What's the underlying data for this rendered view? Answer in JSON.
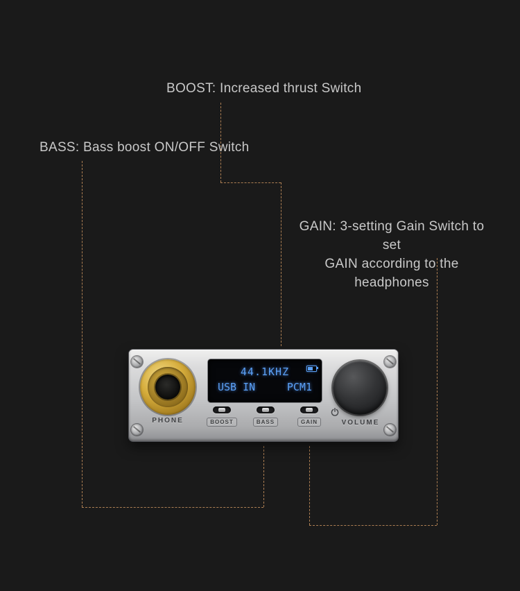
{
  "colors": {
    "background": "#1a1a1a",
    "leader_line": "#ad7f53",
    "display_text": "#5ba0f5",
    "annotation_text": "#c9c9c9",
    "jack_gold": "#d6ad3c"
  },
  "annotations": {
    "boost": "BOOST: Increased thrust Switch",
    "bass": "BASS: Bass boost ON/OFF Switch",
    "gain_line1": "GAIN: 3-setting Gain Switch to set",
    "gain_line2": "GAIN according to the headphones"
  },
  "device": {
    "display": {
      "sample_rate": "44.1KHZ",
      "input": "USB IN",
      "format": "PCM1"
    },
    "jack_label": "PHONE",
    "volume_label": "VOLUME",
    "switches": [
      {
        "label": "BOOST"
      },
      {
        "label": "BASS"
      },
      {
        "label": "GAIN"
      }
    ],
    "icons": {
      "power": "power-icon",
      "battery": "battery-icon",
      "screw": "screw-icon"
    }
  }
}
